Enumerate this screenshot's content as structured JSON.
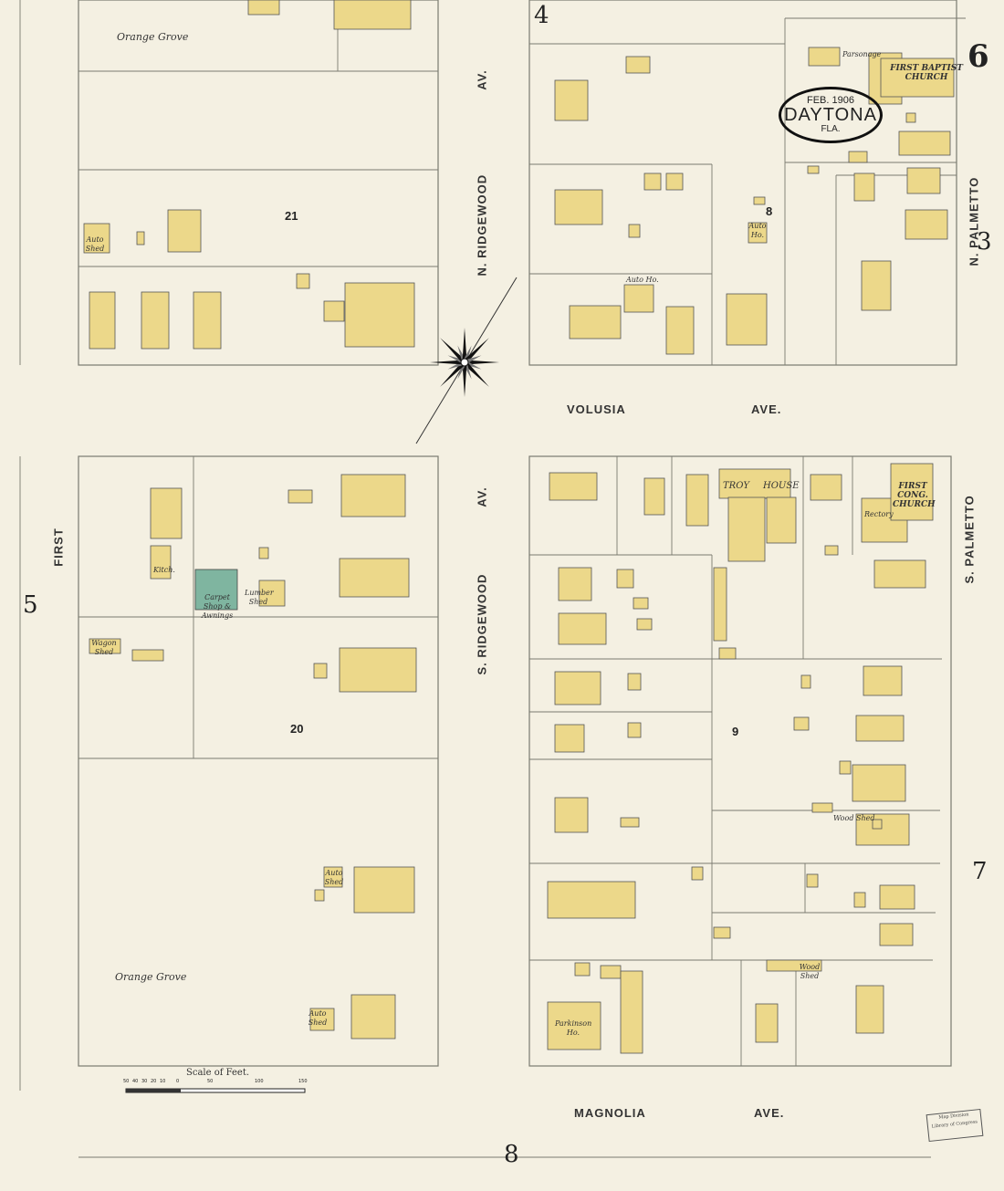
{
  "map": {
    "title": {
      "date": "FEB. 1906",
      "city": "DAYTONA",
      "state": "FLA."
    },
    "page_numbers": {
      "top": "4",
      "top_right": "6",
      "right_upper": "3",
      "left": "5",
      "right_lower": "7",
      "bottom": "8"
    },
    "streets": {
      "n_ridgewood": "N. RIDGEWOOD",
      "n_ridgewood_av": "AV.",
      "s_ridgewood": "S. RIDGEWOOD",
      "s_ridgewood_av": "AV.",
      "volusia": "VOLUSIA",
      "volusia_ave": "AVE.",
      "magnolia": "MAGNOLIA",
      "magnolia_ave": "AVE.",
      "first": "FIRST",
      "n_palmetto": "N. PALMETTO",
      "s_palmetto": "S. PALMETTO"
    },
    "blocks": {
      "b21": "21",
      "b20": "20",
      "b8": "8",
      "b9": "9"
    },
    "areas": {
      "orange_grove_top": "Orange Grove",
      "orange_grove_bottom": "Orange Grove"
    },
    "buildings": {
      "first_baptist": "FIRST BAPTIST CHURCH",
      "parsonage": "Parsonage",
      "troy": "TROY",
      "house": "HOUSE",
      "first_cong": "FIRST CONG. CHURCH",
      "rectory": "Rectory",
      "carpet_shop": "Carpet Shop & Awnings",
      "parkinson": "Parkinson Ho.",
      "auto_shed_1": "Auto Shed",
      "auto_shed_2": "Auto Shed",
      "auto_shed_3": "Auto Shed",
      "auto_ho_1": "Auto Ho.",
      "auto_ho_2": "Auto Ho.",
      "wood_shed_1": "Wood Shed",
      "wood_shed_2": "Wood Shed",
      "wagon_shed": "Wagon Shed",
      "kitch": "Kitch.",
      "lumber_shed": "Lumber Shed"
    },
    "scale": {
      "title": "Scale of Feet.",
      "ticks": [
        "50",
        "40",
        "30",
        "20",
        "10",
        "0",
        "50",
        "100",
        "150"
      ]
    },
    "stamp": {
      "line1": "Map Division",
      "line2": "Library of Congress"
    },
    "colors": {
      "paper": "#f4f0e2",
      "frame_dwelling": "#ecd88a",
      "brick": "#7fb5a0",
      "lines": "#7a7a70"
    }
  }
}
